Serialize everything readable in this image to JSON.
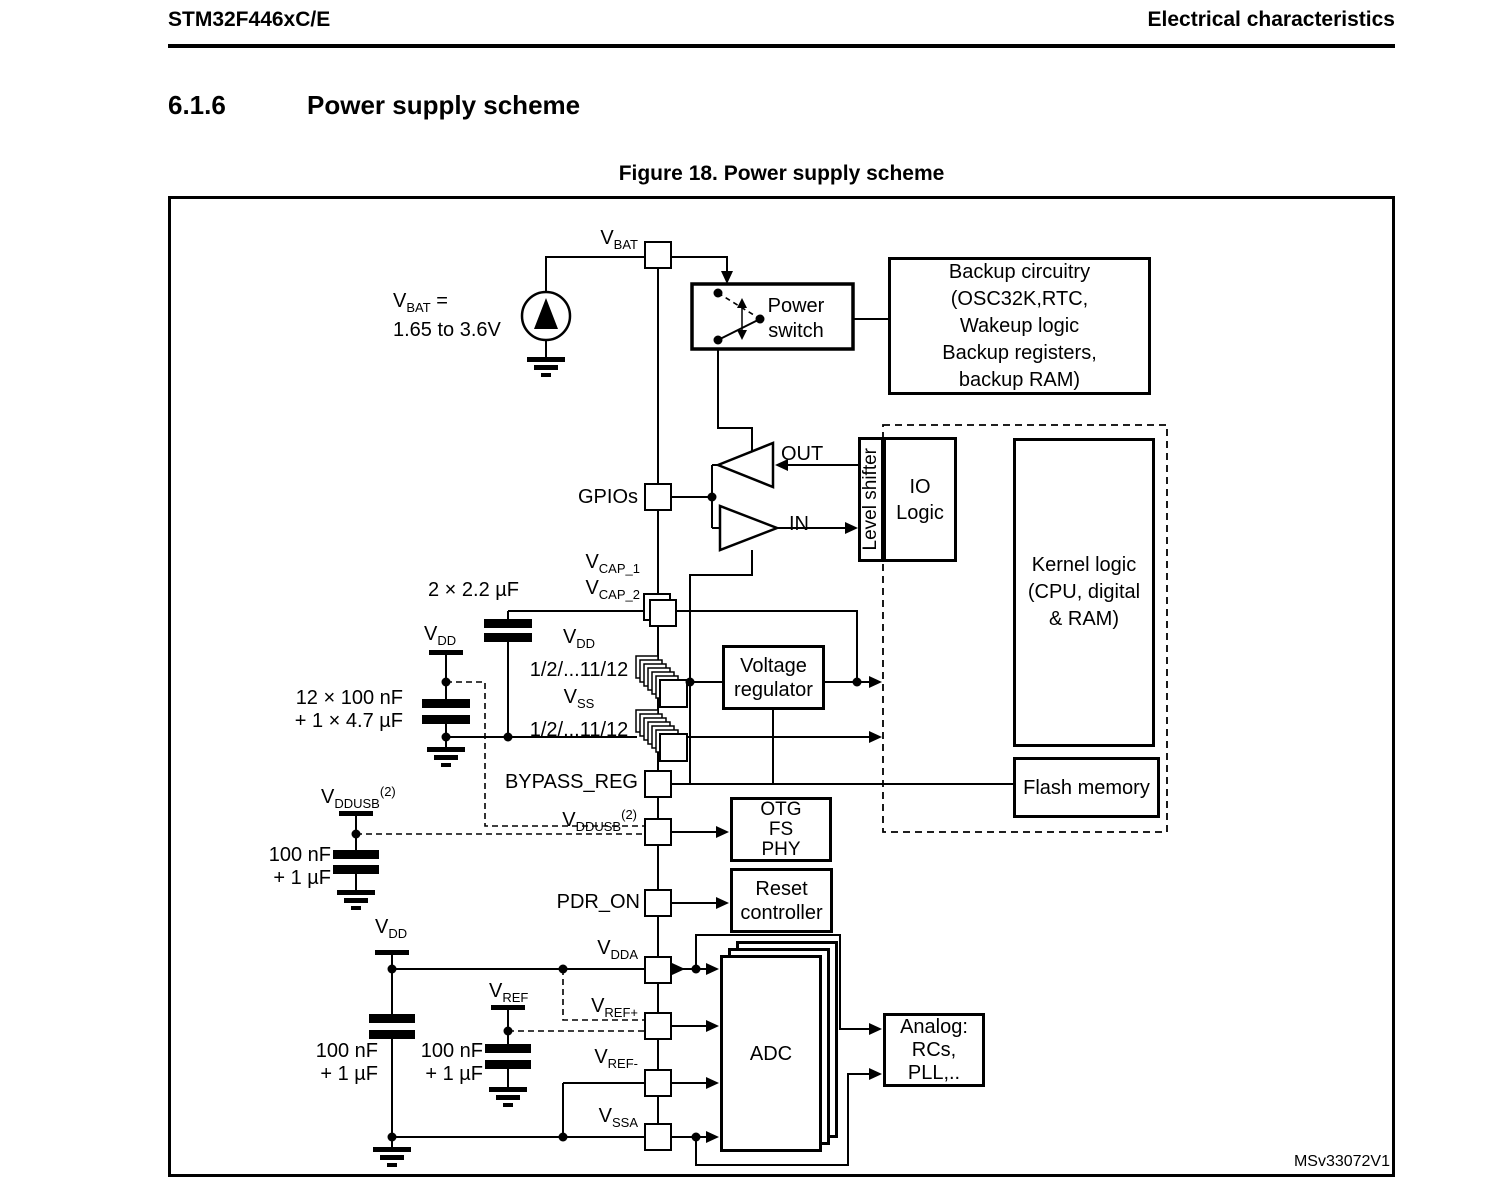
{
  "colors": {
    "ink": "#000000",
    "paper": "#ffffff"
  },
  "header": {
    "left": "STM32F446xC/E",
    "right": "Electrical characteristics"
  },
  "section": {
    "number": "6.1.6",
    "title": "Power supply scheme"
  },
  "figure": {
    "caption": "Figure 18. Power supply scheme",
    "watermark": "MSv33072V1"
  },
  "labels": {
    "vbat_pin": {
      "pre": "V",
      "sub": "BAT"
    },
    "vbat_line1": {
      "pre": "V",
      "sub": "BAT",
      "post": " ="
    },
    "vbat_line2": "1.65 to 3.6V",
    "gpios": "GPIOs",
    "out": "OUT",
    "in": "IN",
    "vcap1": {
      "pre": "V",
      "sub": "CAP_1"
    },
    "vcap2": {
      "pre": "V",
      "sub": "CAP_2"
    },
    "cap_2x22": "2 × 2.2 µF",
    "vdd": {
      "pre": "V",
      "sub": "DD"
    },
    "vss": {
      "pre": "V",
      "sub": "SS"
    },
    "pins_range": "1/2/...11/12",
    "cap_12x100_line1": "12 × 100 nF",
    "cap_12x100_line2": "+ 1 × 4.7 µF",
    "bypass": "BYPASS_REG",
    "vddusb": {
      "pre": "V",
      "sub": "DDUSB",
      "sup": "(2)"
    },
    "cap_100nf": "100 nF",
    "cap_1uf": "+ 1 µF",
    "pdr_on": "PDR_ON",
    "vdda": {
      "pre": "V",
      "sub": "DDA"
    },
    "vref": {
      "pre": "V",
      "sub": "REF"
    },
    "vref_plus": {
      "pre": "V",
      "sub": "REF+"
    },
    "vref_minus": {
      "pre": "V",
      "sub": "REF-"
    },
    "vssa": {
      "pre": "V",
      "sub": "SSA"
    }
  },
  "boxes": {
    "power_switch": {
      "lines": [
        "Power",
        "switch"
      ]
    },
    "backup": {
      "lines": [
        "Backup circuitry",
        "(OSC32K,RTC,",
        "Wakeup logic",
        "Backup registers,",
        "backup RAM)"
      ]
    },
    "level_shifter": {
      "label": "Level shifter"
    },
    "io_logic": {
      "lines": [
        "IO",
        "Logic"
      ]
    },
    "kernel": {
      "lines": [
        "Kernel logic",
        "(CPU, digital",
        "& RAM)"
      ]
    },
    "flash": {
      "label": "Flash memory"
    },
    "regulator": {
      "lines": [
        "Voltage",
        "regulator"
      ]
    },
    "otg": {
      "lines": [
        "OTG",
        "FS",
        "PHY"
      ]
    },
    "reset": {
      "lines": [
        "Reset",
        "controller"
      ]
    },
    "adc": {
      "label": "ADC"
    },
    "analog": {
      "lines": [
        "Analog:",
        "RCs,",
        "PLL,.."
      ]
    }
  }
}
